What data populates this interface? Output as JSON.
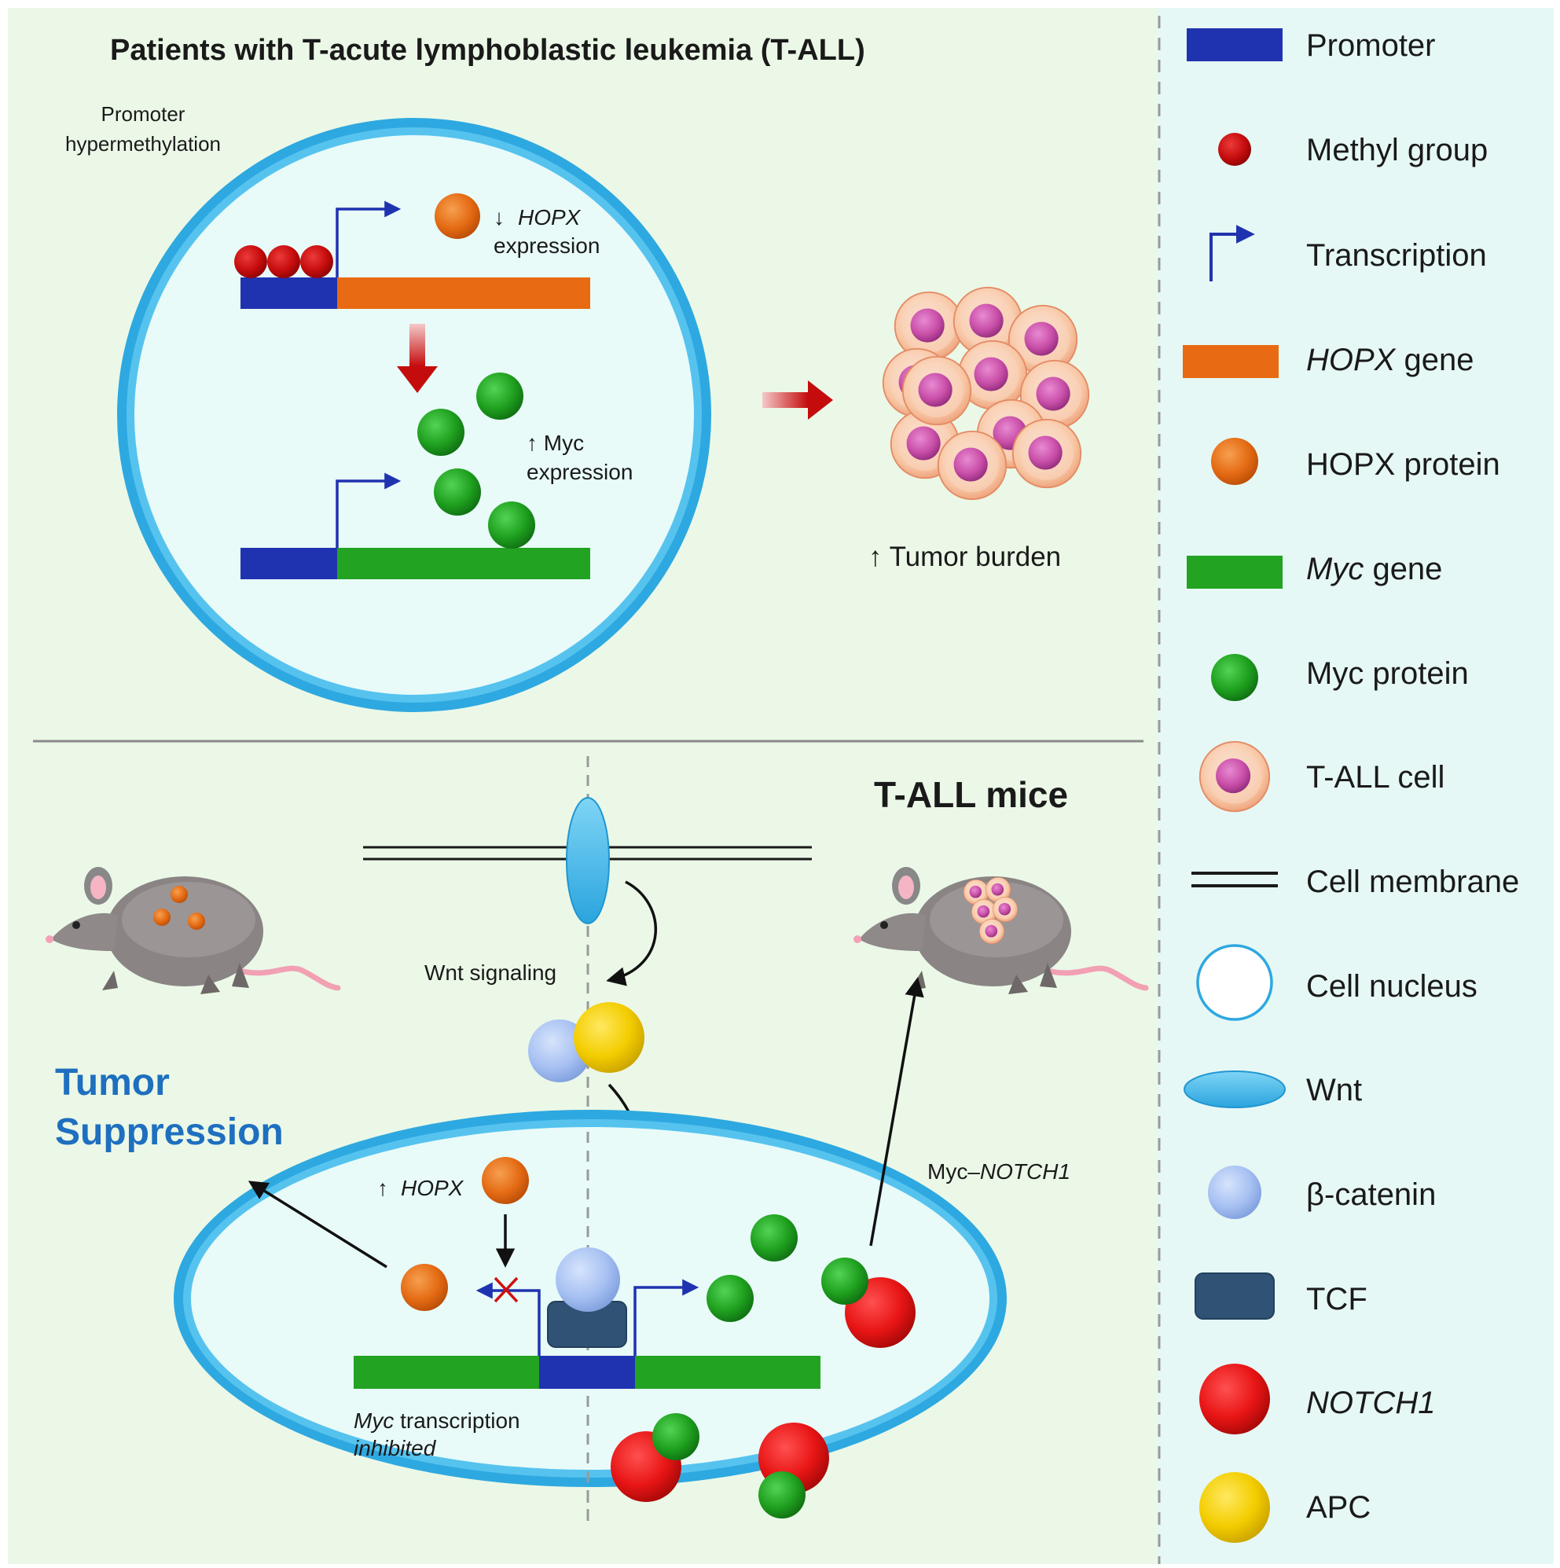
{
  "top_panel": {
    "title": "Patients with T-acute lymphoblastic leukemia (T-ALL)",
    "promoter_label_line1": "Promoter",
    "promoter_label_line2": "hypermethylation",
    "hopx_arrow": "↓",
    "hopx_gene": "HOPX",
    "hopx_expression": "expression",
    "myc_up": "↑ Myc",
    "myc_expression": "expression",
    "tumor_burden": "↑ Tumor burden"
  },
  "bottom_panel": {
    "title": "T-ALL mice",
    "wnt_signaling": "Wnt signaling",
    "tumor_line1": "Tumor",
    "tumor_line2": "Suppression",
    "hopx_up_arrow": "↑",
    "hopx_up_gene": "HOPX",
    "myc_notch1_prefix": "Myc–",
    "myc_notch1_gene": "NOTCH1",
    "myc_transcription_gene": "Myc",
    "myc_transcription_text": " transcription",
    "inhibited": "inhibited"
  },
  "legend": [
    {
      "label": "Promoter",
      "italic_part": "",
      "icon": "promoter-icon"
    },
    {
      "label": "Methyl group",
      "italic_part": "",
      "icon": "methyl-group-icon"
    },
    {
      "label": "Transcription",
      "italic_part": "",
      "icon": "transcription-arrow-icon"
    },
    {
      "label": " gene",
      "italic_part": "HOPX",
      "icon": "hopx-gene-icon"
    },
    {
      "label": "HOPX protein",
      "italic_part": "",
      "icon": "hopx-protein-icon"
    },
    {
      "label": " gene",
      "italic_part": "Myc",
      "icon": "myc-gene-icon"
    },
    {
      "label": "Myc protein",
      "italic_part": "",
      "icon": "myc-protein-icon"
    },
    {
      "label": "T-ALL cell",
      "italic_part": "",
      "icon": "tall-cell-icon"
    },
    {
      "label": "Cell membrane",
      "italic_part": "",
      "icon": "cell-membrane-icon"
    },
    {
      "label": "Cell nucleus",
      "italic_part": "",
      "icon": "cell-nucleus-icon"
    },
    {
      "label": "Wnt",
      "italic_part": "",
      "icon": "wnt-icon"
    },
    {
      "label": "β-catenin",
      "italic_part": "",
      "icon": "beta-catenin-icon"
    },
    {
      "label": "TCF",
      "italic_part": "",
      "icon": "tcf-icon"
    },
    {
      "label": "",
      "italic_part": "NOTCH1",
      "icon": "notch1-icon"
    },
    {
      "label": "APC",
      "italic_part": "",
      "icon": "apc-icon"
    }
  ],
  "colors": {
    "panel_bg": "#eaf8e6",
    "legend_bg": "#e6f8f6",
    "nucleus_border": "#2ea8e0",
    "nucleus_fill": "#e8fbf9",
    "promoter": "#1f33b0",
    "hopx_gene": "#e86a12",
    "myc_gene": "#22a322",
    "methyl": "#d01010",
    "notch1": "#e81515",
    "apc": "#f5d000",
    "beta_catenin": "#a9c4f4",
    "tcf": "#2f5275",
    "wnt": "#4cc0ee",
    "tumor_suppression": "#1e6fbf"
  }
}
